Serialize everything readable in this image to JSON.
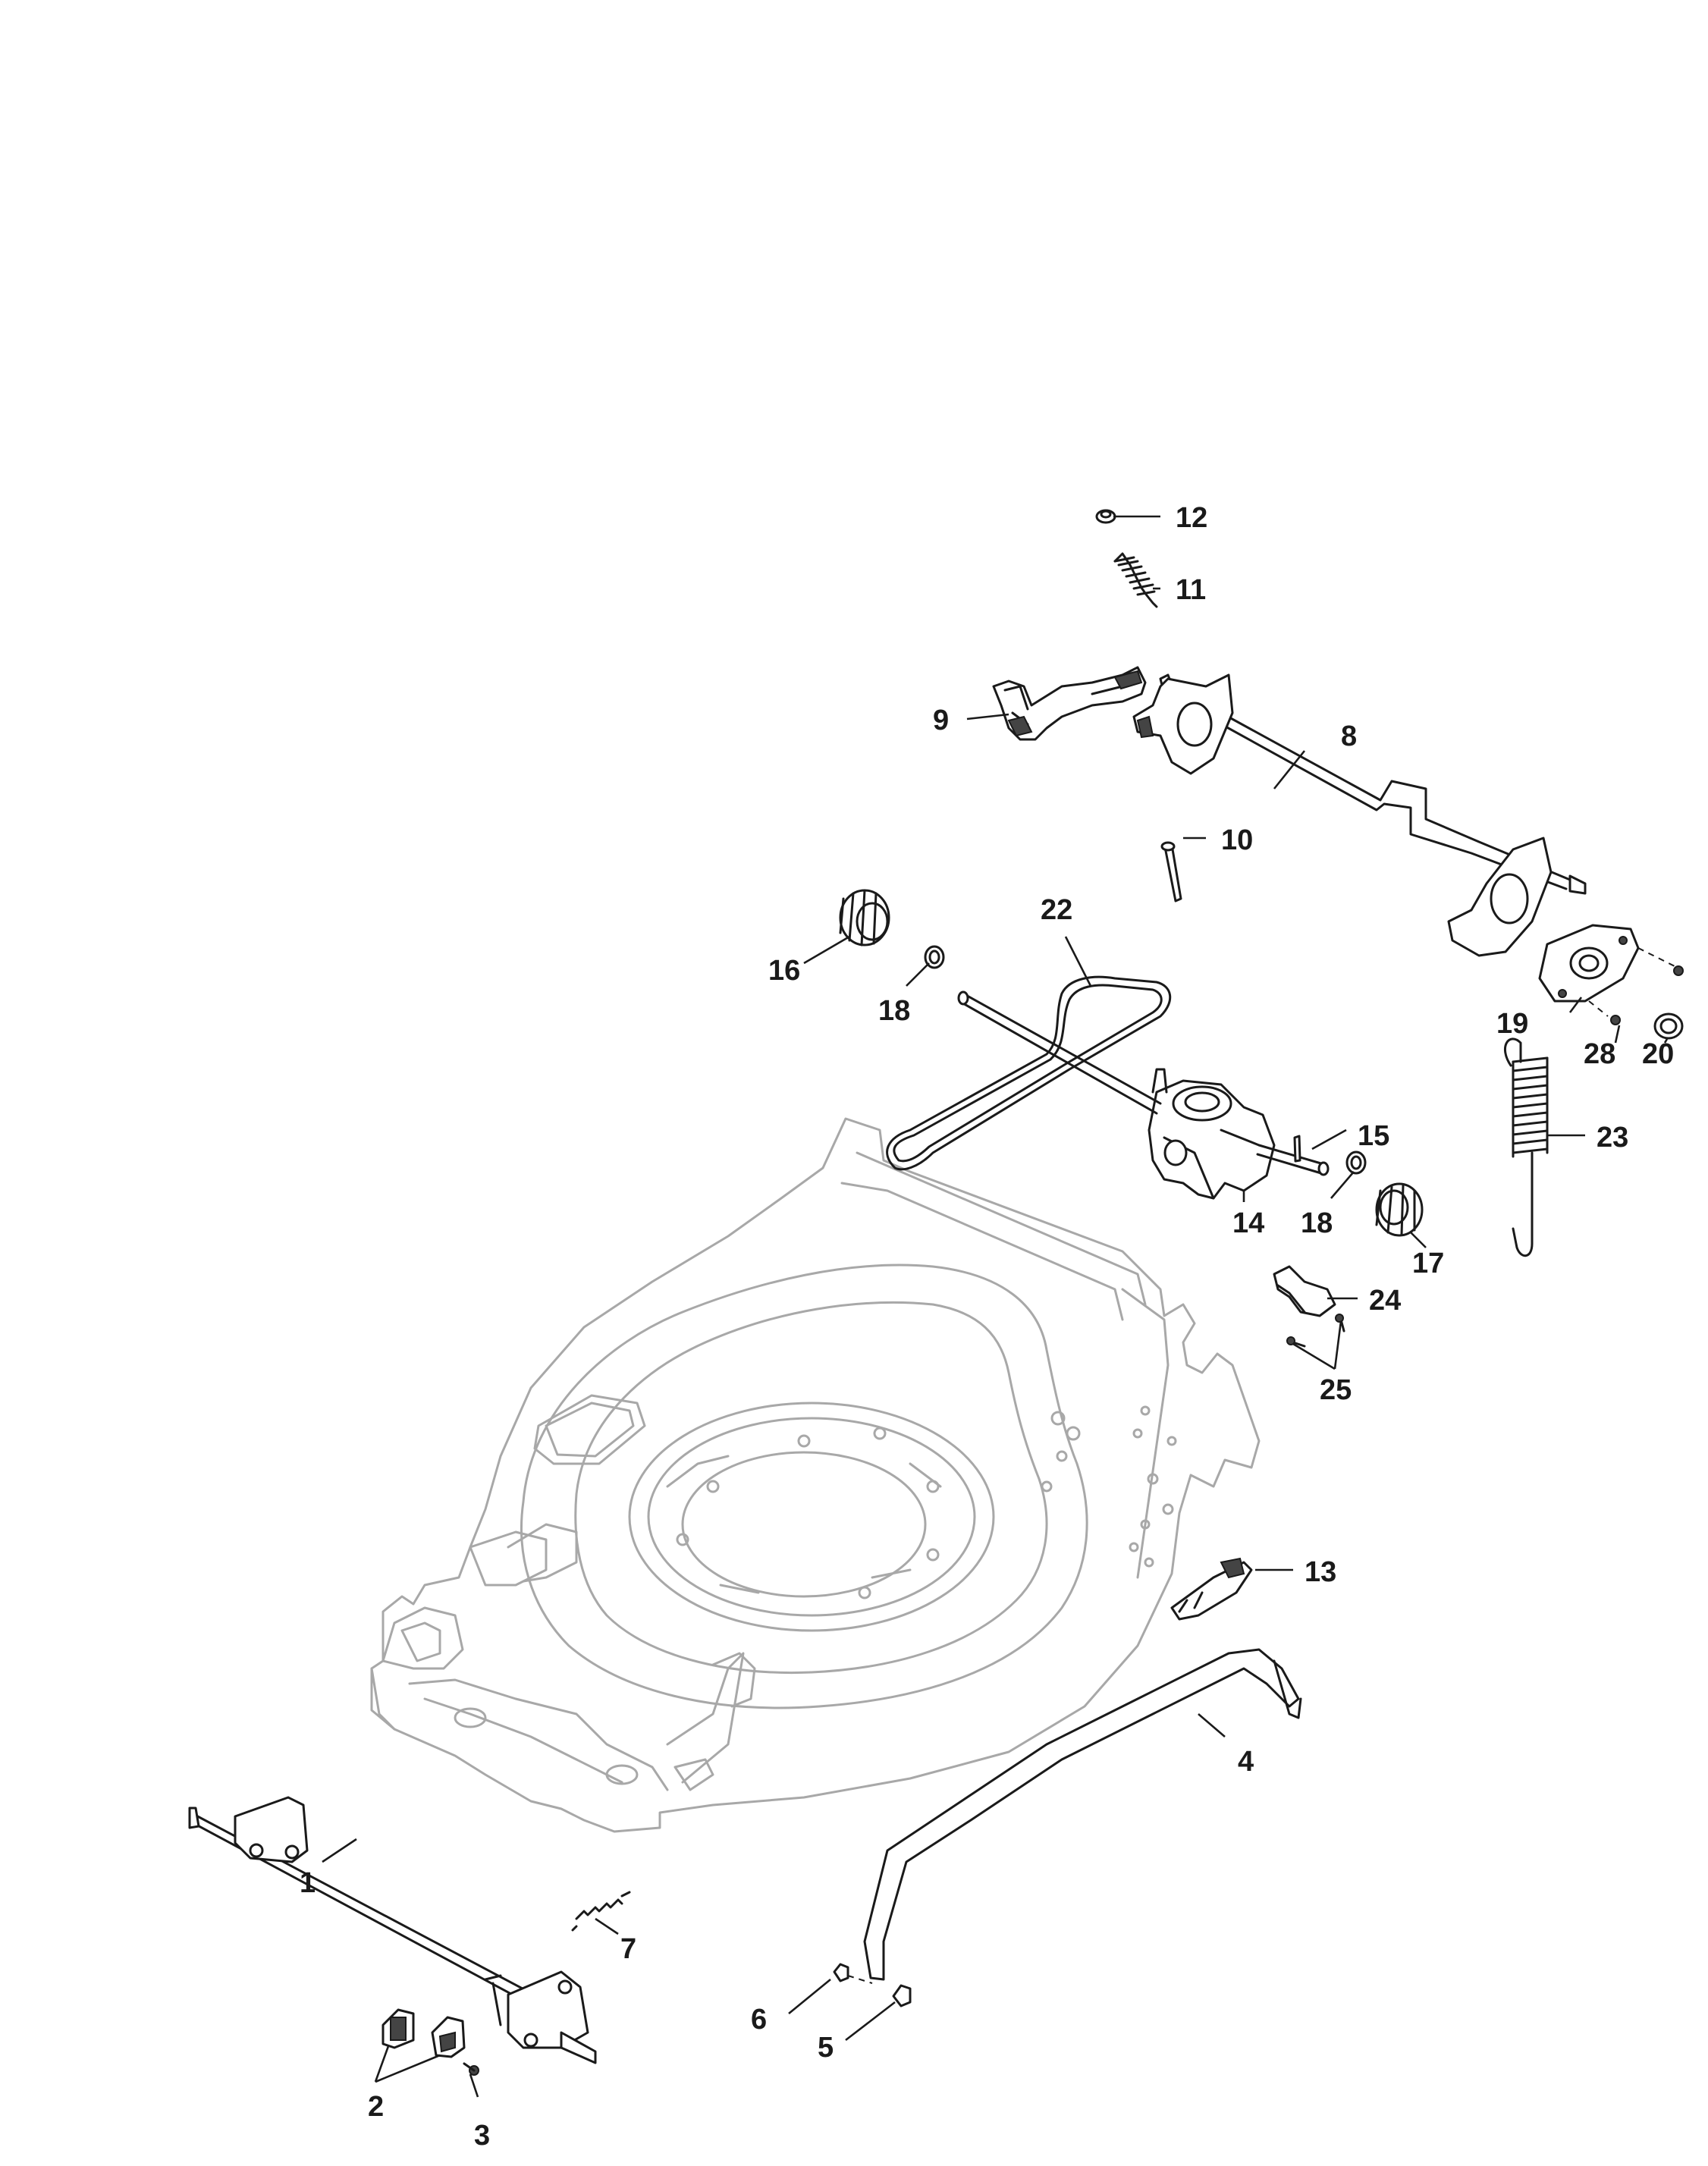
{
  "callouts": [
    {
      "id": "1",
      "label": "1"
    },
    {
      "id": "2",
      "label": "2"
    },
    {
      "id": "3",
      "label": "3"
    },
    {
      "id": "4",
      "label": "4"
    },
    {
      "id": "5",
      "label": "5"
    },
    {
      "id": "6",
      "label": "6"
    },
    {
      "id": "7",
      "label": "7"
    },
    {
      "id": "8",
      "label": "8"
    },
    {
      "id": "9",
      "label": "9"
    },
    {
      "id": "10",
      "label": "10"
    },
    {
      "id": "11",
      "label": "11"
    },
    {
      "id": "12",
      "label": "12"
    },
    {
      "id": "13",
      "label": "13"
    },
    {
      "id": "14",
      "label": "14"
    },
    {
      "id": "15",
      "label": "15"
    },
    {
      "id": "16",
      "label": "16"
    },
    {
      "id": "17",
      "label": "17"
    },
    {
      "id": "18a",
      "label": "18"
    },
    {
      "id": "18b",
      "label": "18"
    },
    {
      "id": "19",
      "label": "19"
    },
    {
      "id": "20",
      "label": "20"
    },
    {
      "id": "22",
      "label": "22"
    },
    {
      "id": "23",
      "label": "23"
    },
    {
      "id": "24",
      "label": "24"
    },
    {
      "id": "25",
      "label": "25"
    },
    {
      "id": "28",
      "label": "28"
    }
  ],
  "colors": {
    "ink": "#1a1a1a",
    "deck_outline": "#a8a8a8",
    "background": "#ffffff"
  }
}
